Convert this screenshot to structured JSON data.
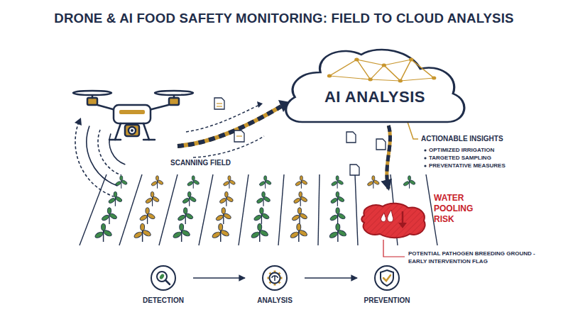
{
  "diagram": {
    "title": "DRONE & AI FOOD SAFETY MONITORING: FIELD TO CLOUD ANALYSIS",
    "nodes": [
      {
        "text": [
          "AI ANALYSIS"
        ]
      },
      {
        "text": [
          "WATER POOLING RISK"
        ]
      },
      {
        "text": [
          "DETECTION"
        ]
      },
      {
        "text": [
          "ANALYSIS"
        ]
      },
      {
        "text": [
          "PREVENTION"
        ]
      }
    ],
    "edges": [
      {
        "from": 0,
        "to": 1,
        "arrow": "to"
      },
      {
        "from": 2,
        "to": 3,
        "arrow": "to"
      },
      {
        "from": 3,
        "to": 4,
        "arrow": "to"
      }
    ],
    "labels": [
      "SCANNING FIELD",
      "ACTIONABLE INSIGHTS",
      "OPTIMIZED IRRIGATION",
      "TARGETED SAMPLING",
      "PREVENTATIVE MEASURES",
      "POTENTIAL PATHOGEN BREEDING GROUND - EARLY INTERVENTION FLAG"
    ]
  }
}
